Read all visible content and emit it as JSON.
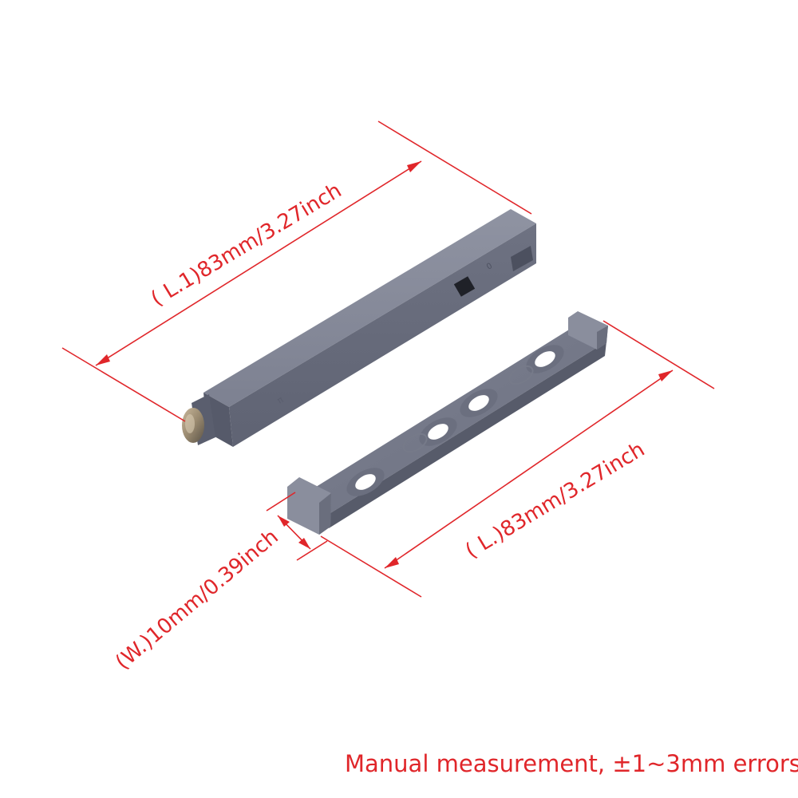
{
  "colors": {
    "annotation": "#e0262a",
    "part_body": "#6f7383",
    "part_shadow": "#5c6070",
    "part_highlight": "#8d91a0",
    "background": "#ffffff"
  },
  "dimensions": {
    "latch_length": "( L.1)83mm/3.27inch",
    "plate_length": "( L.)83mm/3.27inch",
    "plate_width": "(W.)10mm/0.39inch"
  },
  "footer": {
    "note": "Manual measurement, ±1~3mm errors."
  }
}
